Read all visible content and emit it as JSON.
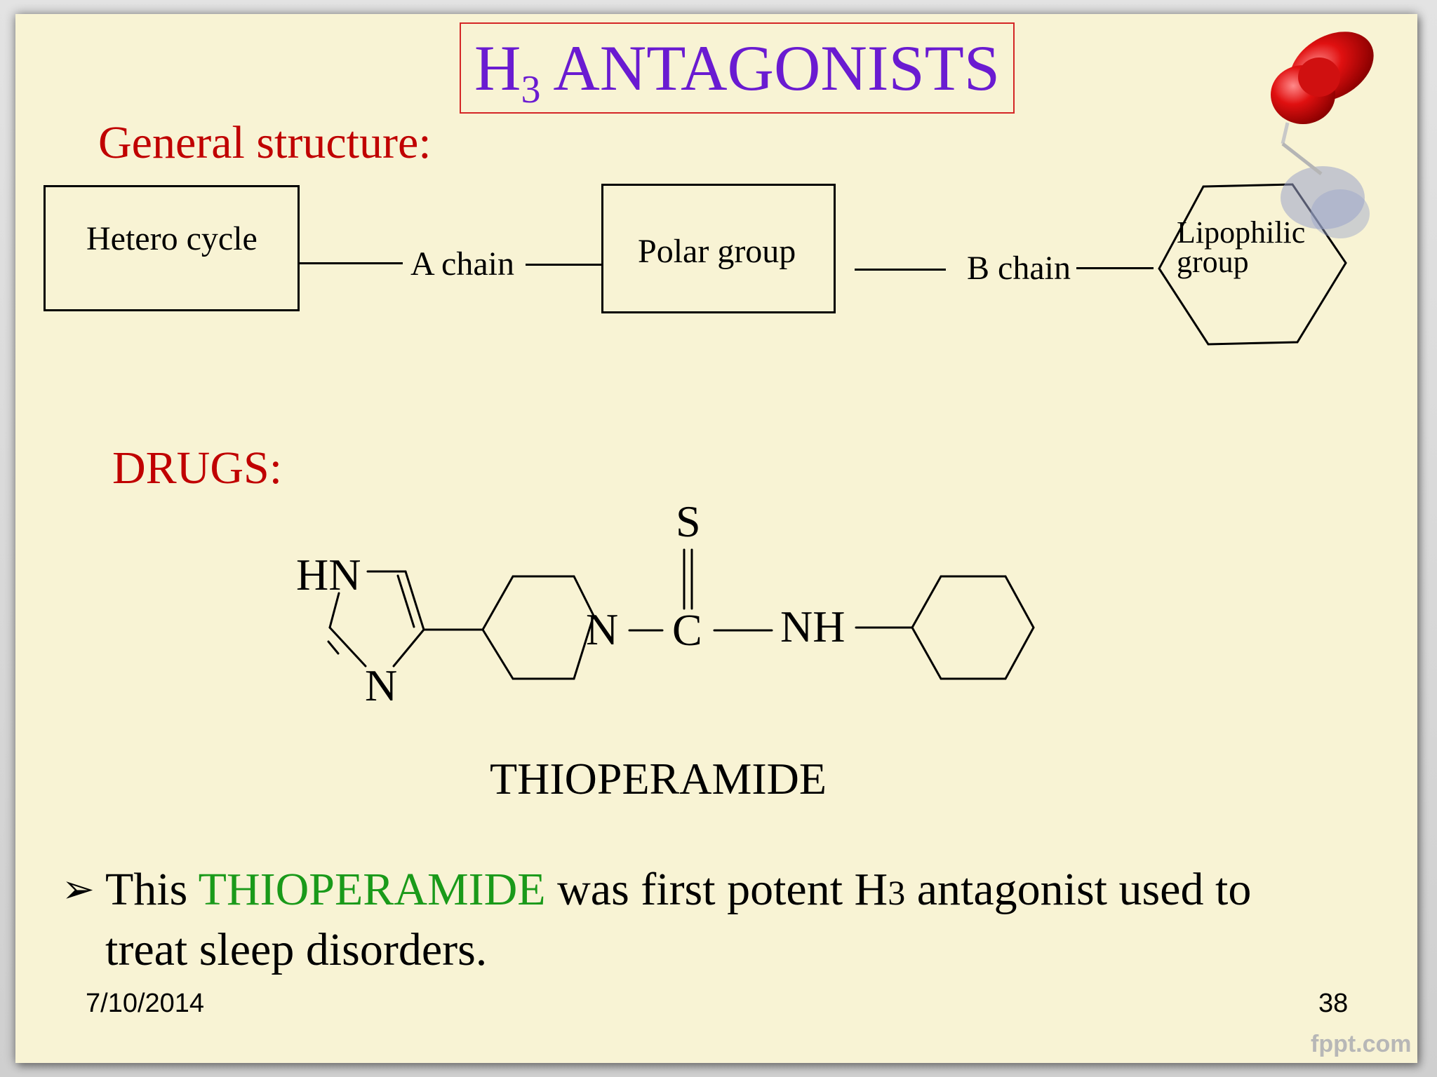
{
  "slide": {
    "title_main": "H",
    "title_sub": "3",
    "title_rest": " ANTAGONISTS",
    "general_label": "General structure:",
    "drugs_label": "DRUGS:"
  },
  "scheme": {
    "hetero_cycle": "Hetero cycle",
    "a_chain": "A chain",
    "polar_group": "Polar group",
    "b_chain": "B chain",
    "lipophilic_line1": "Lipophilic",
    "lipophilic_line2": "group"
  },
  "molecule": {
    "hn": "HN",
    "n_imidazole": "N",
    "n_piperidine": "N",
    "c_thio": "C",
    "s_atom": "S",
    "nh": "NH",
    "name": "THIOPERAMIDE"
  },
  "bullet": {
    "part1": "This ",
    "highlight": "THIOPERAMIDE",
    "part2": " was first potent H",
    "h3_digit": "3",
    "part3": " antagonist used to treat sleep disorders."
  },
  "footer": {
    "date": "7/10/2014",
    "page": "38",
    "watermark": "fppt.com"
  },
  "colors": {
    "background": "#f8f3d4",
    "title": "#6a1bd1",
    "heading_red": "#c00000",
    "title_border": "#d42626",
    "highlight_green": "#1a9a1a",
    "pushpin": "#e01010"
  },
  "icons": {
    "decoration": "pushpin-icon",
    "bullet": "arrowhead-bullet-icon"
  }
}
